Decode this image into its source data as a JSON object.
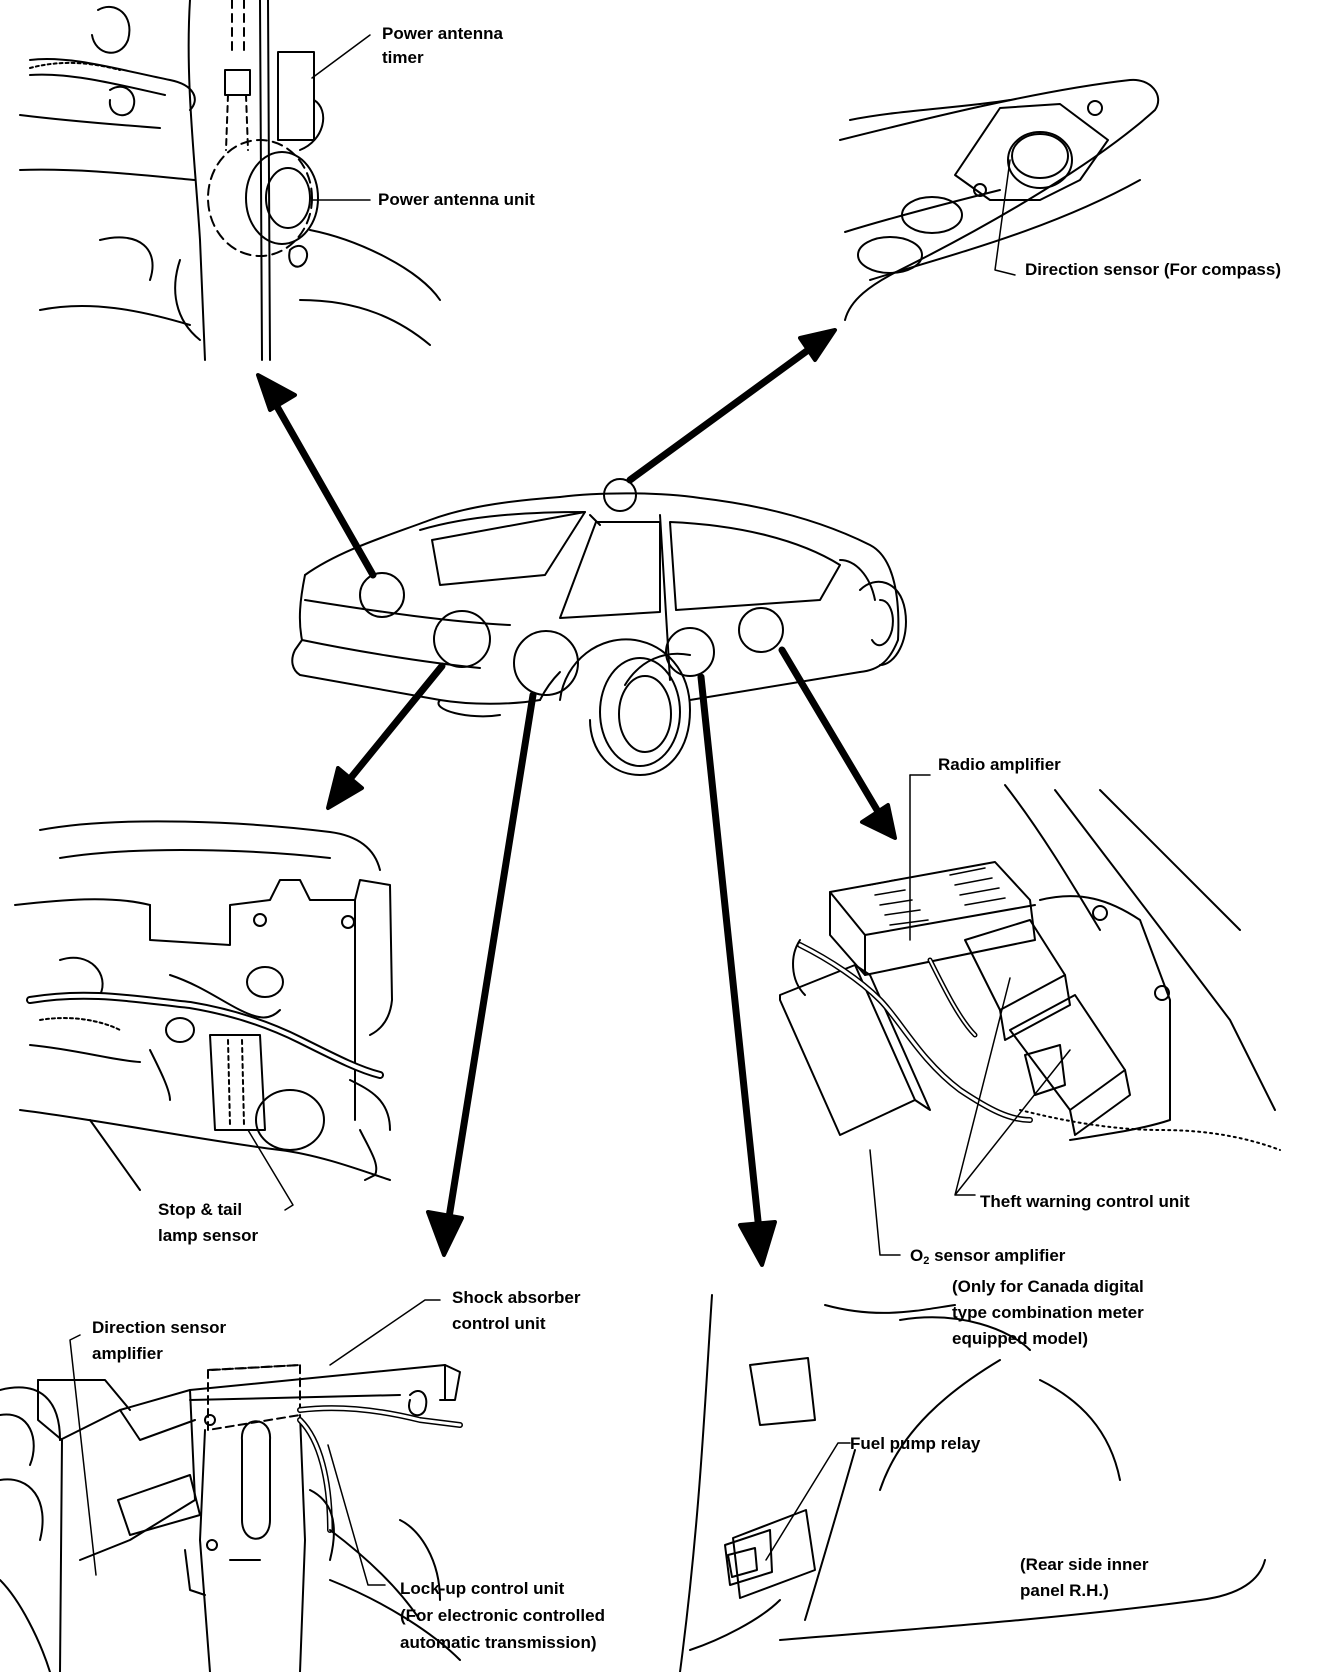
{
  "labels": {
    "power_antenna_timer": [
      "Power antenna",
      "timer"
    ],
    "power_antenna_unit": "Power antenna unit",
    "direction_sensor_compass": "Direction sensor (For compass)",
    "radio_amplifier": "Radio amplifier",
    "theft_warning_control_unit": "Theft warning control unit",
    "o2_prefix": "O",
    "o2_subscript": "2",
    "o2_suffix": "sensor amplifier",
    "o2_note": [
      "(Only for Canada digital",
      "type combination meter",
      "equipped model)"
    ],
    "stop_tail_lamp_sensor": [
      "Stop & tail",
      "lamp sensor"
    ],
    "shock_absorber_control_unit": [
      "Shock absorber",
      "control unit"
    ],
    "direction_sensor_amplifier": [
      "Direction sensor",
      "amplifier"
    ],
    "fuel_pump_relay": "Fuel pump relay",
    "rear_side_inner_panel": [
      "(Rear side inner",
      "panel R.H.)"
    ],
    "lockup_control_unit": [
      "Lock-up control unit",
      "(For electronic controlled",
      "automatic transmission)"
    ]
  },
  "colors": {
    "ink": "#000000",
    "paper": "#ffffff"
  }
}
